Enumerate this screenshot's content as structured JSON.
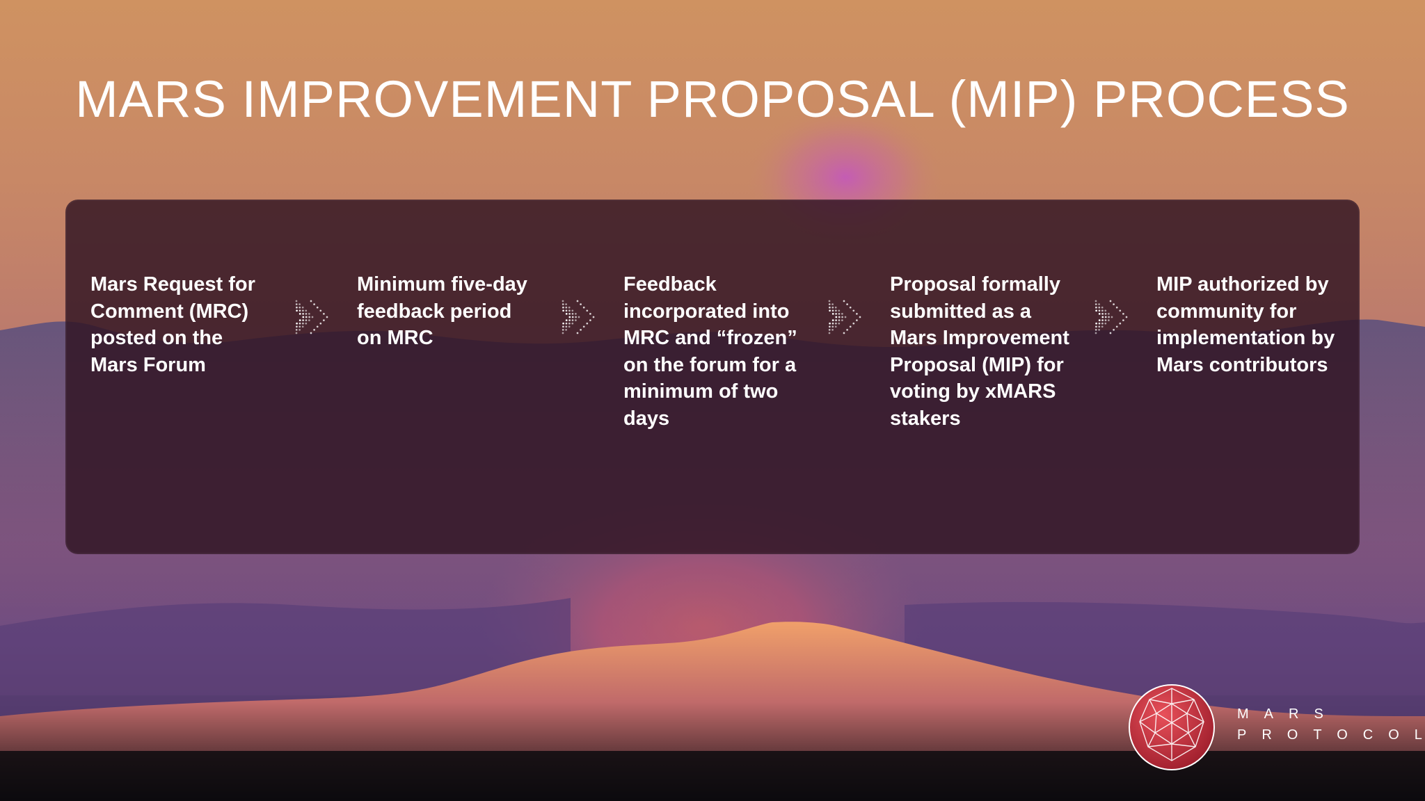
{
  "title": "MARS IMPROVEMENT PROPOSAL (MIP) PROCESS",
  "steps": [
    {
      "text": "Mars Request for Comment (MRC) posted on the Mars Forum"
    },
    {
      "text": "Minimum five-day feedback period on MRC"
    },
    {
      "text": "Feedback incorporated into MRC and “frozen” on the forum for a minimum of two days"
    },
    {
      "text": "Proposal formally submitted as a Mars Improvement Proposal (MIP) for voting by xMARS stakers"
    },
    {
      "text": "MIP authorized by community for implementation by Mars contributors"
    }
  ],
  "arrow_icon": "chevron-right-dotted-icon",
  "logo": {
    "icon": "geodesic-sphere-icon",
    "line1": "MARS",
    "line2": "PROTOCOL"
  },
  "colors": {
    "panel": "#301422",
    "text": "#ffffff",
    "logo_red": "#c8323c"
  }
}
